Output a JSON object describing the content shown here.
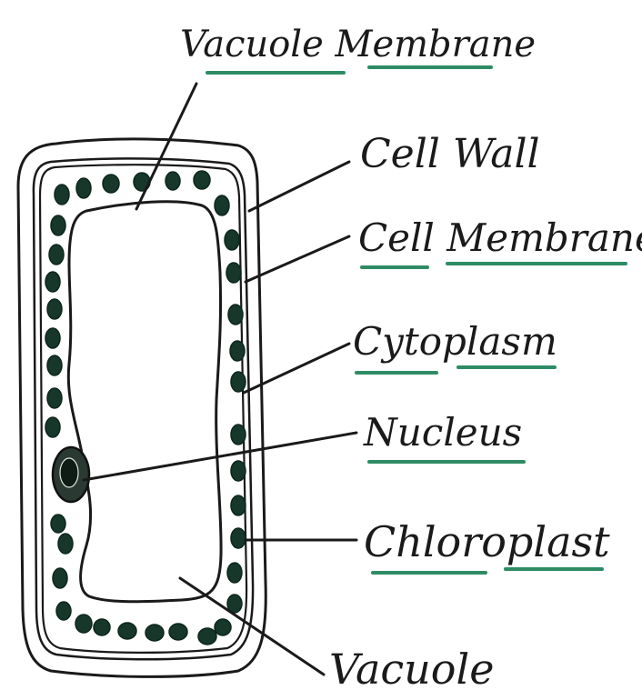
{
  "labels": {
    "vacuole_membrane": "Vacuole Membrane",
    "cell_wall": "Cell Wall",
    "cell_membrane": "Cell Membrane",
    "cytoplasm": "Cytoplasm",
    "nucleus": "Nucleus",
    "chloroplast": "Chloroplast",
    "vacuole": "Vacuole"
  },
  "colors": {
    "ink": "#1a1a1a",
    "underline": "#2e8b63",
    "chloroplast": "#16372a"
  }
}
